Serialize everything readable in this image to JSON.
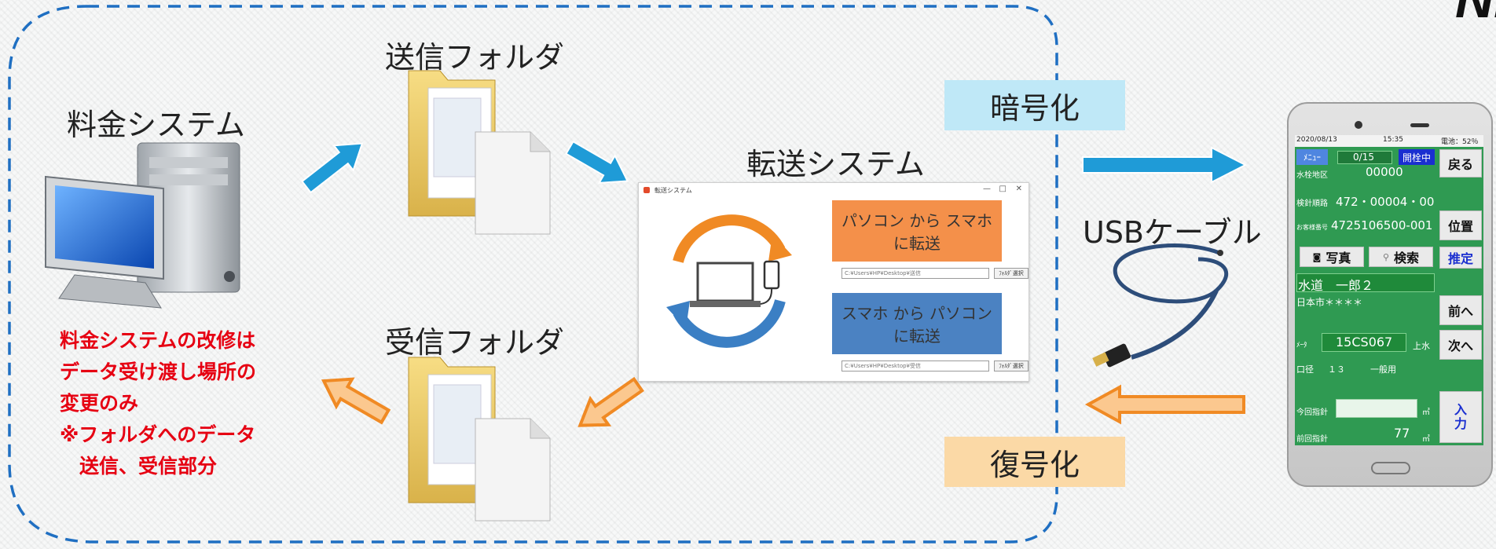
{
  "labels": {
    "billing_system": "料金システム",
    "send_folder": "送信フォルダ",
    "receive_folder": "受信フォルダ",
    "transfer_system": "転送システム",
    "encrypt": "暗号化",
    "decrypt": "復号化",
    "usb_cable": "USBケーブル"
  },
  "note_lines": [
    "料金システムの改修は",
    "データ受け渡し場所の",
    "変更のみ",
    "※フォルダへのデータ",
    "　送信、受信部分"
  ],
  "transfer_window": {
    "title": "転送システム",
    "to_phone_button": "パソコン から スマホ に転送",
    "to_pc_button": "スマホ から パソコン に転送",
    "send_path": "C:¥Users¥HP¥Desktop¥送信",
    "receive_path": "C:¥Users¥HP¥Desktop¥受信",
    "browse_label_1": "ﾌｫﾙﾀﾞ選択",
    "browse_label_2": "ﾌｫﾙﾀﾞ選択"
  },
  "phone": {
    "date": "2020/08/13",
    "time": "15:35",
    "battery": "電池：52％",
    "menu": "ﾒﾆｭｰ",
    "progress": "0/15",
    "status_badge": "開栓中",
    "back": "戻る",
    "district_label": "水栓地区",
    "district_value": "00000",
    "route_label": "検針順路",
    "route_value": "472・00004・00",
    "customer_label": "お客様番号",
    "customer_value": "4725106500-001",
    "position": "位置",
    "photo": "写真",
    "search": "検索",
    "estimate": "推定",
    "customer_name": "水道　一郎２",
    "address": "日本市＊＊＊＊",
    "prev": "前へ",
    "meter_label": "ﾒｰﾀ",
    "meter_value": "15CS067",
    "meter_type": "上水",
    "next": "次へ",
    "caliber_label": "口径",
    "caliber_value": "１３",
    "use_type": "一般用",
    "current_label": "今回指針",
    "unit1": "㎥",
    "input": "入\n力",
    "previous_label": "前回指針",
    "previous_value": "77",
    "unit2": "㎥"
  },
  "logo_text": "NDA",
  "colors": {
    "dashed_border": "#1f6fc2",
    "blue_arrow": "#1f9bd7",
    "orange_arrow": "#f08a24",
    "encrypt_bg": "#bfe8f7",
    "decrypt_bg": "#fbd9a6",
    "btn_orange": "#f4904a",
    "btn_blue": "#4b82c2",
    "note_red": "#e60012",
    "phone_green": "#2f9a52"
  }
}
